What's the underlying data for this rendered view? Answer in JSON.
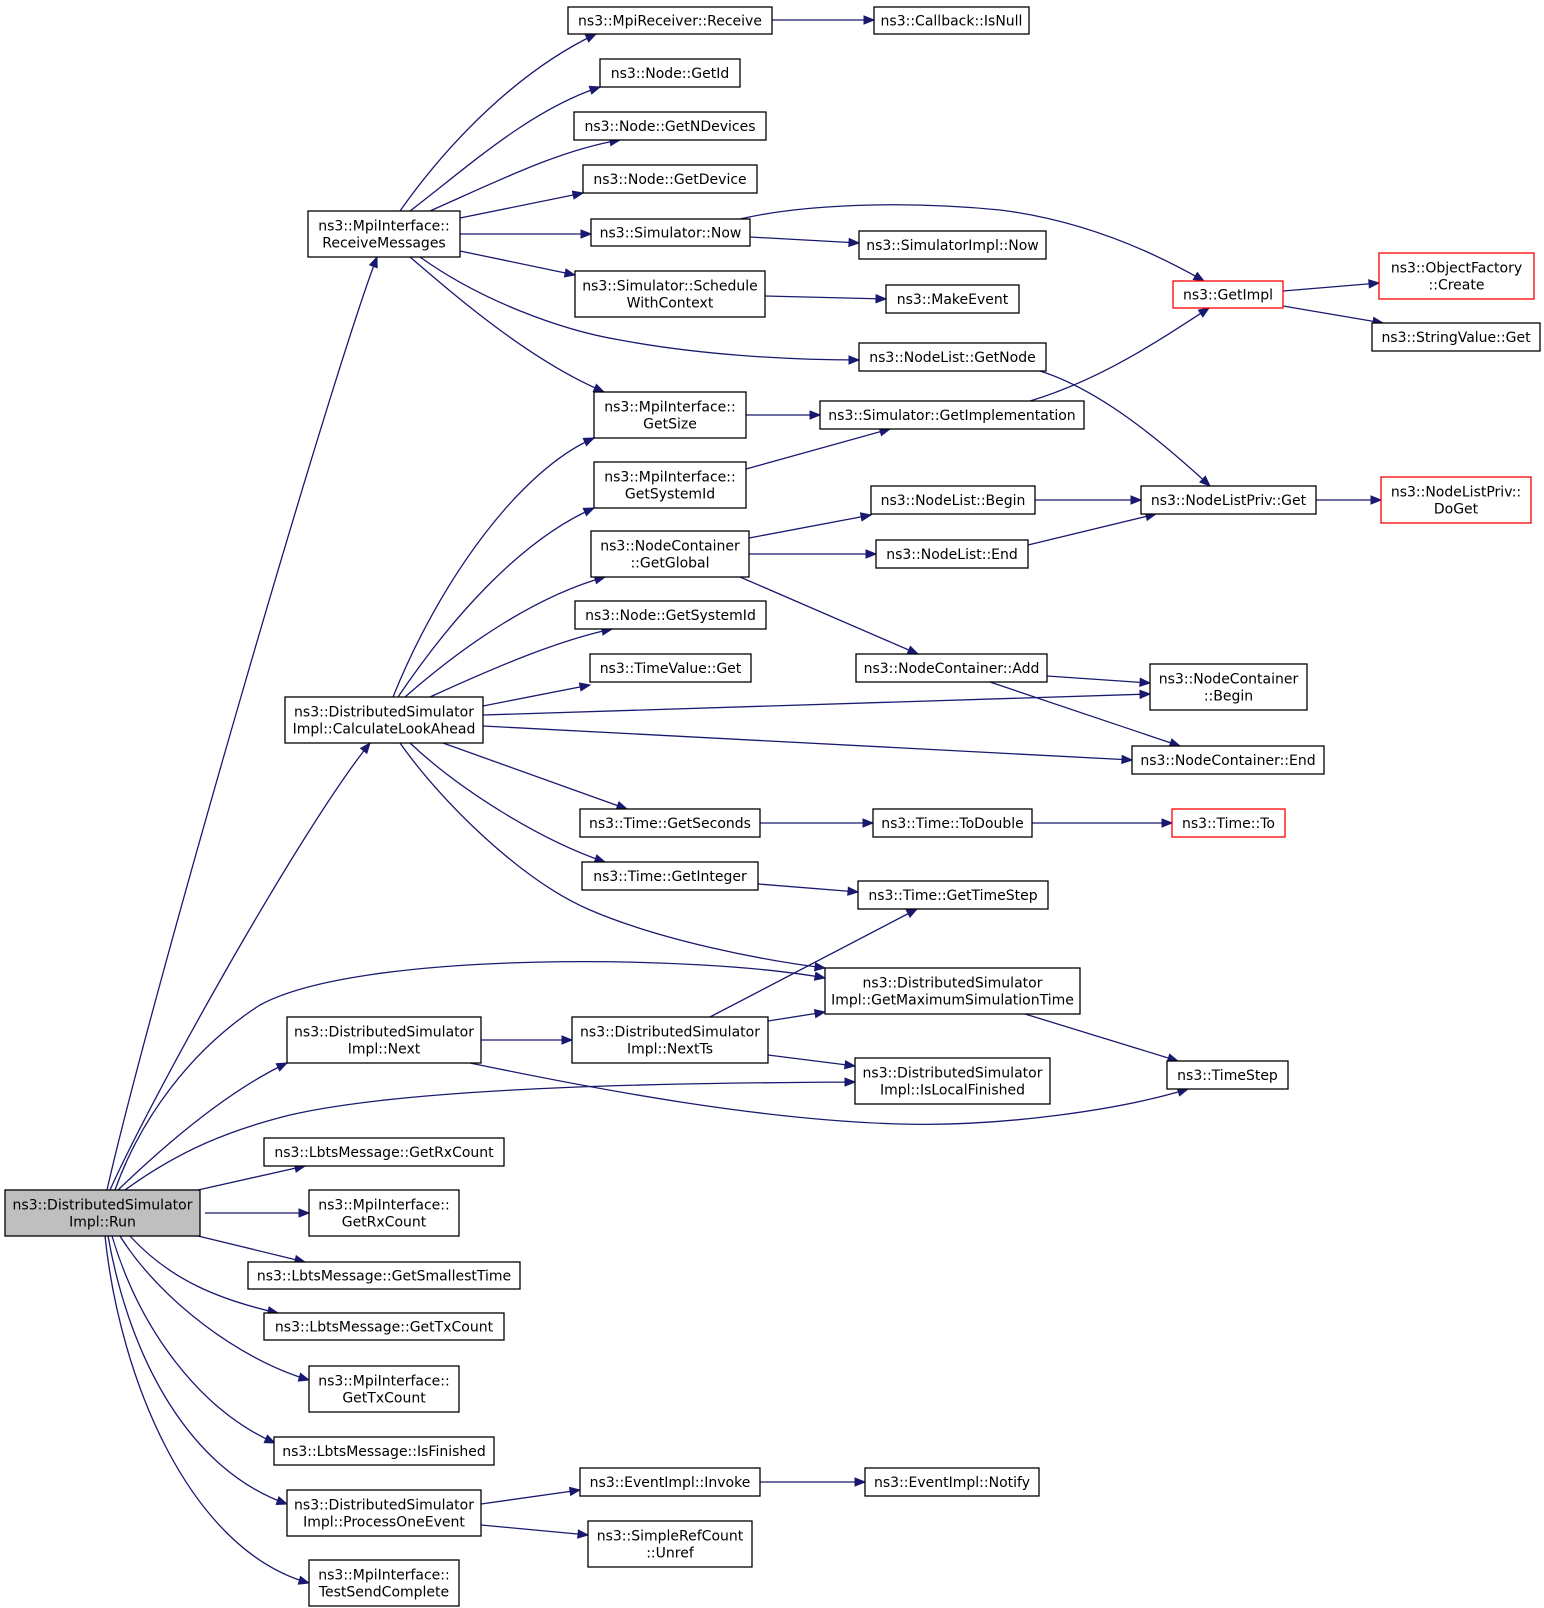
{
  "colors": {
    "edge": "#191970",
    "root_fill": "#bfbfbf",
    "red_border": "#ff0000",
    "border": "#000000"
  },
  "nodes": [
    {
      "id": "run",
      "lines": [
        "ns3::DistributedSimulator",
        "Impl::Run"
      ],
      "style": "root"
    },
    {
      "id": "receivemessages",
      "lines": [
        "ns3::MpiInterface::",
        "ReceiveMessages"
      ]
    },
    {
      "id": "calclookahead",
      "lines": [
        "ns3::DistributedSimulator",
        "Impl::CalculateLookAhead"
      ]
    },
    {
      "id": "next",
      "lines": [
        "ns3::DistributedSimulator",
        "Impl::Next"
      ]
    },
    {
      "id": "getrxcount_lbts",
      "lines": [
        "ns3::LbtsMessage::GetRxCount"
      ]
    },
    {
      "id": "getrxcount_mpi",
      "lines": [
        "ns3::MpiInterface::",
        "GetRxCount"
      ]
    },
    {
      "id": "getsmallesttime",
      "lines": [
        "ns3::LbtsMessage::GetSmallestTime"
      ]
    },
    {
      "id": "gettxcount_lbts",
      "lines": [
        "ns3::LbtsMessage::GetTxCount"
      ]
    },
    {
      "id": "gettxcount_mpi",
      "lines": [
        "ns3::MpiInterface::",
        "GetTxCount"
      ]
    },
    {
      "id": "isfinished",
      "lines": [
        "ns3::LbtsMessage::IsFinished"
      ]
    },
    {
      "id": "processoneevent",
      "lines": [
        "ns3::DistributedSimulator",
        "Impl::ProcessOneEvent"
      ]
    },
    {
      "id": "testsendcomplete",
      "lines": [
        "ns3::MpiInterface::",
        "TestSendComplete"
      ]
    },
    {
      "id": "mpireceive",
      "lines": [
        "ns3::MpiReceiver::Receive"
      ]
    },
    {
      "id": "nodegetid",
      "lines": [
        "ns3::Node::GetId"
      ]
    },
    {
      "id": "getndevices",
      "lines": [
        "ns3::Node::GetNDevices"
      ]
    },
    {
      "id": "getdevice",
      "lines": [
        "ns3::Node::GetDevice"
      ]
    },
    {
      "id": "simnow",
      "lines": [
        "ns3::Simulator::Now"
      ]
    },
    {
      "id": "schedulewithcontext",
      "lines": [
        "ns3::Simulator::Schedule",
        "WithContext"
      ]
    },
    {
      "id": "mpigetsize",
      "lines": [
        "ns3::MpiInterface::",
        "GetSize"
      ]
    },
    {
      "id": "mpigetsystemid",
      "lines": [
        "ns3::MpiInterface::",
        "GetSystemId"
      ]
    },
    {
      "id": "nc_getglobal",
      "lines": [
        "ns3::NodeContainer",
        "::GetGlobal"
      ]
    },
    {
      "id": "node_getsystemid",
      "lines": [
        "ns3::Node::GetSystemId"
      ]
    },
    {
      "id": "timevalue_get",
      "lines": [
        "ns3::TimeValue::Get"
      ]
    },
    {
      "id": "time_getseconds",
      "lines": [
        "ns3::Time::GetSeconds"
      ]
    },
    {
      "id": "time_getinteger",
      "lines": [
        "ns3::Time::GetInteger"
      ]
    },
    {
      "id": "getmaxsimtime",
      "lines": [
        "ns3::DistributedSimulator",
        "Impl::GetMaximumSimulationTime"
      ]
    },
    {
      "id": "nextts",
      "lines": [
        "ns3::DistributedSimulator",
        "Impl::NextTs"
      ]
    },
    {
      "id": "islocalfinished",
      "lines": [
        "ns3::DistributedSimulator",
        "Impl::IsLocalFinished"
      ]
    },
    {
      "id": "eventimpl_invoke",
      "lines": [
        "ns3::EventImpl::Invoke"
      ]
    },
    {
      "id": "unref",
      "lines": [
        "ns3::SimpleRefCount",
        "::Unref"
      ]
    },
    {
      "id": "callback_isnull",
      "lines": [
        "ns3::Callback::IsNull"
      ]
    },
    {
      "id": "simimpl_now",
      "lines": [
        "ns3::SimulatorImpl::Now"
      ]
    },
    {
      "id": "makeevent",
      "lines": [
        "ns3::MakeEvent"
      ]
    },
    {
      "id": "nodelist_getnode",
      "lines": [
        "ns3::NodeList::GetNode"
      ]
    },
    {
      "id": "sim_getimplementation",
      "lines": [
        "ns3::Simulator::GetImplementation"
      ]
    },
    {
      "id": "nodelist_begin",
      "lines": [
        "ns3::NodeList::Begin"
      ]
    },
    {
      "id": "nodelist_end",
      "lines": [
        "ns3::NodeList::End"
      ]
    },
    {
      "id": "nc_add",
      "lines": [
        "ns3::NodeContainer::Add"
      ]
    },
    {
      "id": "time_todouble",
      "lines": [
        "ns3::Time::ToDouble"
      ]
    },
    {
      "id": "time_gettimestep",
      "lines": [
        "ns3::Time::GetTimeStep"
      ]
    },
    {
      "id": "eventimpl_notify",
      "lines": [
        "ns3::EventImpl::Notify"
      ]
    },
    {
      "id": "getimpl",
      "lines": [
        "ns3::GetImpl"
      ],
      "style": "red"
    },
    {
      "id": "nodelistpriv_get",
      "lines": [
        "ns3::NodeListPriv::Get"
      ]
    },
    {
      "id": "nc_begin",
      "lines": [
        "ns3::NodeContainer",
        "::Begin"
      ]
    },
    {
      "id": "nc_end",
      "lines": [
        "ns3::NodeContainer::End"
      ]
    },
    {
      "id": "time_to",
      "lines": [
        "ns3::Time::To"
      ],
      "style": "red"
    },
    {
      "id": "timestep",
      "lines": [
        "ns3::TimeStep"
      ]
    },
    {
      "id": "objectfactory_create",
      "lines": [
        "ns3::ObjectFactory",
        "::Create"
      ],
      "style": "red"
    },
    {
      "id": "stringvalue_get",
      "lines": [
        "ns3::StringValue::Get"
      ]
    },
    {
      "id": "nodelistpriv_doget",
      "lines": [
        "ns3::NodeListPriv::",
        "DoGet"
      ],
      "style": "red"
    }
  ]
}
